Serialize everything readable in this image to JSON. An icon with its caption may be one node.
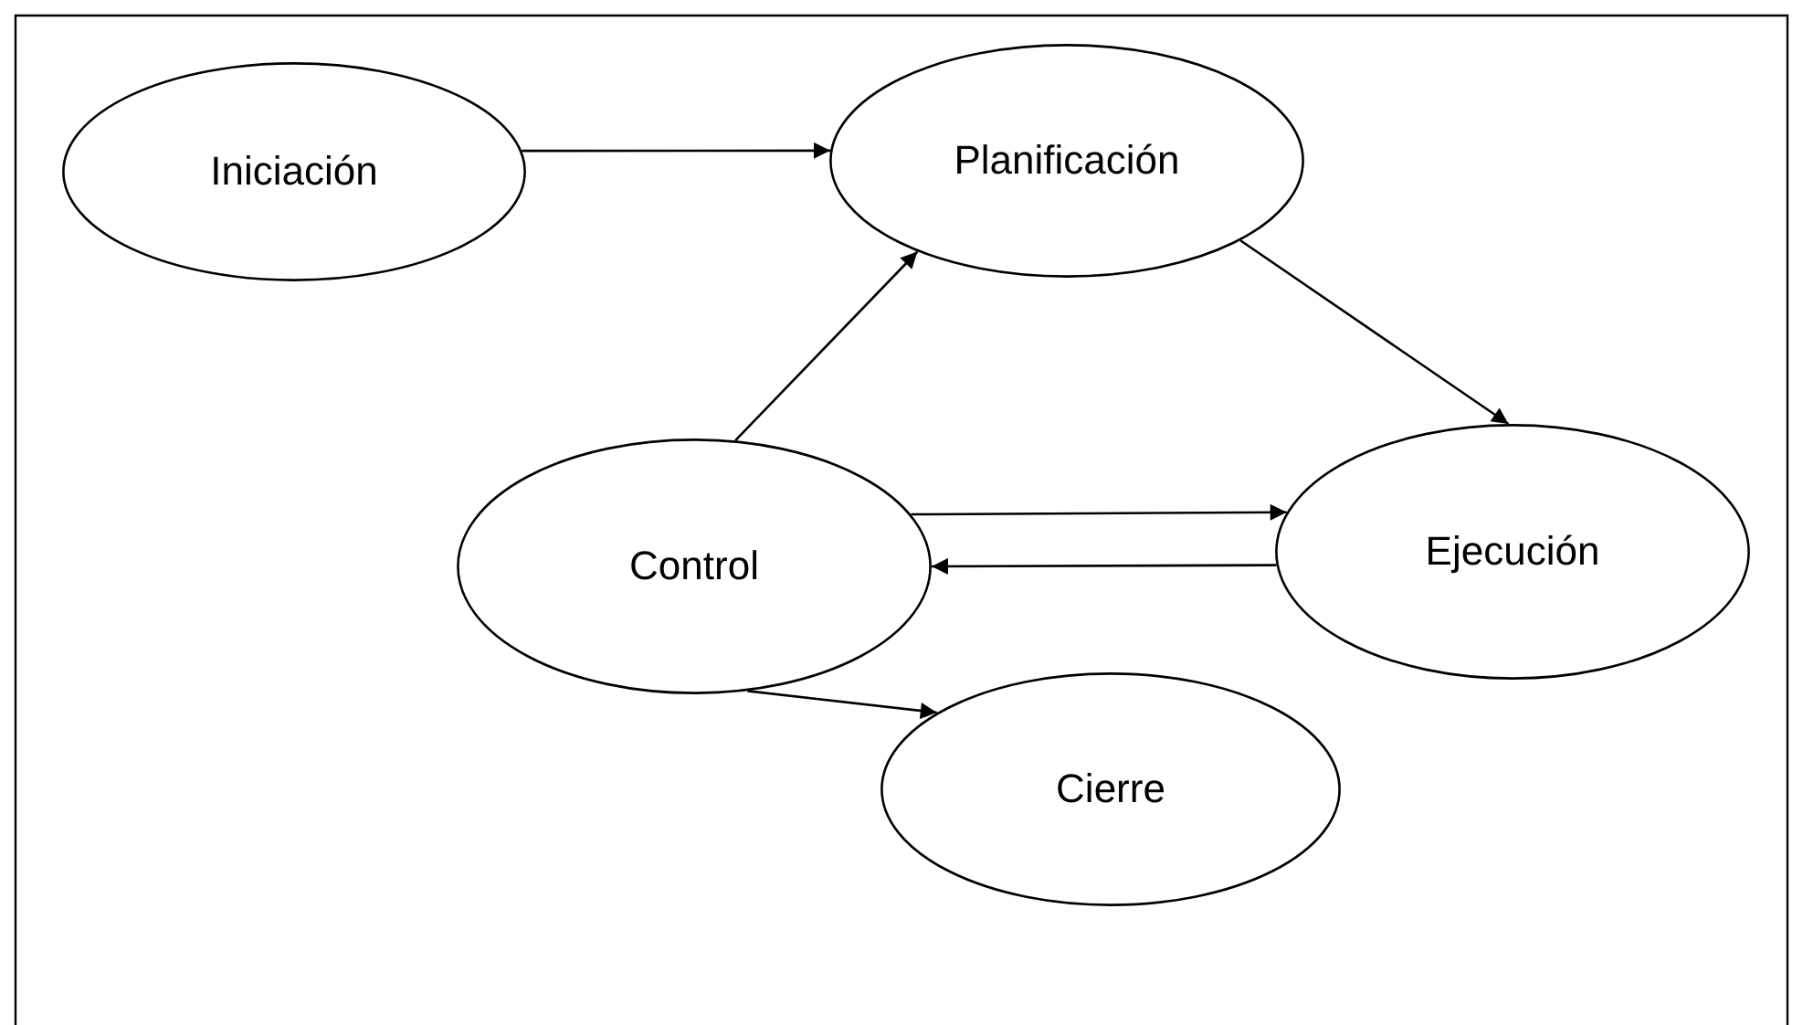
{
  "diagram": {
    "nodes": [
      {
        "text": [
          "Iniciación"
        ]
      },
      {
        "text": [
          "Planificación"
        ]
      },
      {
        "text": [
          "Control"
        ]
      },
      {
        "text": [
          "Ejecución"
        ]
      },
      {
        "text": [
          "Cierre"
        ]
      }
    ],
    "edges": [
      {
        "from": 0,
        "to": 1,
        "arrow": "to"
      },
      {
        "from": 2,
        "to": 1,
        "arrow": "to"
      },
      {
        "from": 1,
        "to": 3,
        "arrow": "to"
      },
      {
        "from": 2,
        "to": 3,
        "arrow": "to"
      },
      {
        "from": 3,
        "to": 2,
        "arrow": "to"
      },
      {
        "from": 2,
        "to": 4,
        "arrow": "to"
      }
    ]
  }
}
